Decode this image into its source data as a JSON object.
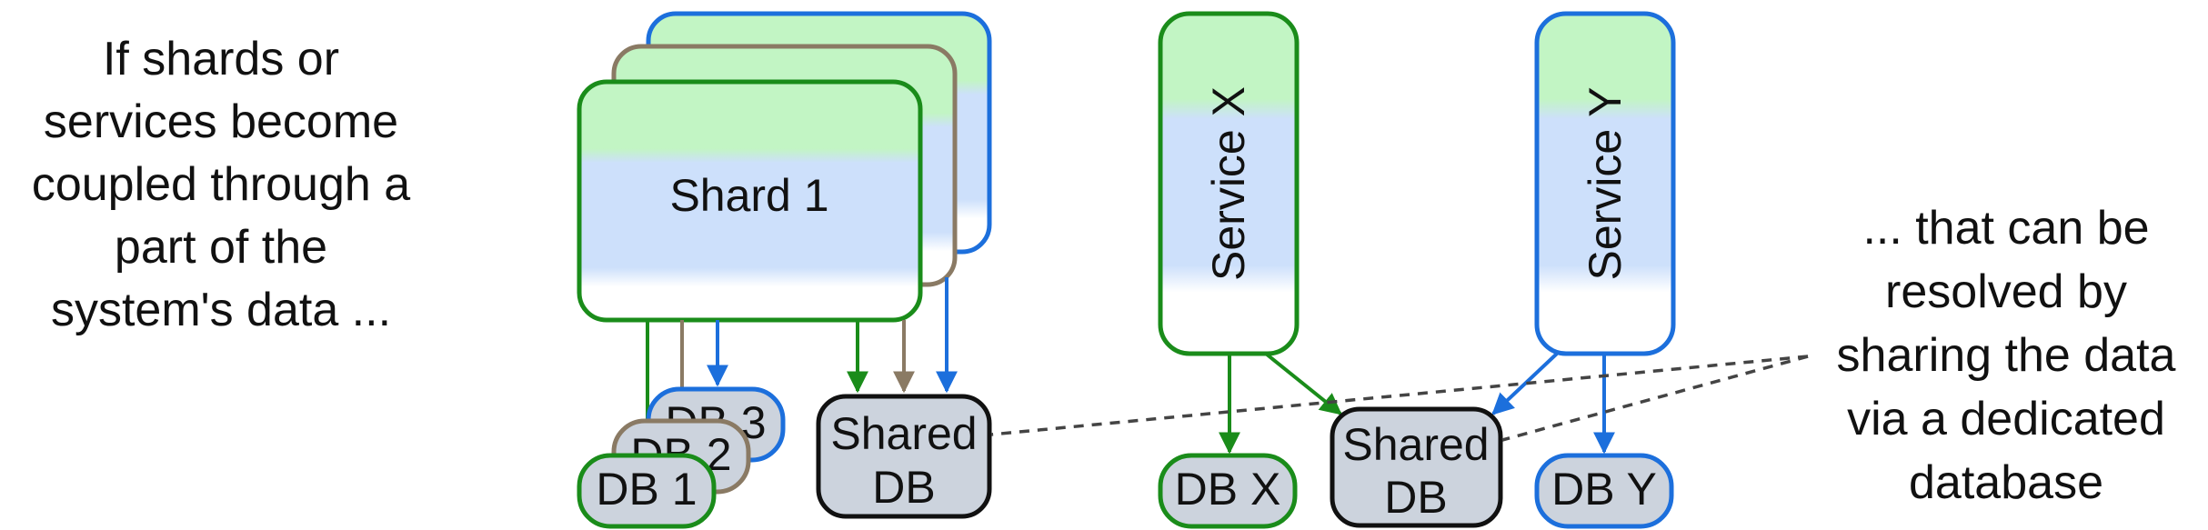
{
  "left_caption": [
    "If shards or",
    "services become",
    "coupled through a",
    "part of the",
    "system's data ..."
  ],
  "right_caption": [
    "... that can be",
    "resolved by",
    "sharing the data",
    "via a dedicated",
    "database"
  ],
  "shard_label": "Shard 1",
  "db_labels": {
    "db3": "DB 3",
    "db2": "DB 2",
    "db1": "DB 1"
  },
  "shared_db_left": [
    "Shared",
    "DB"
  ],
  "service_x": "Service X",
  "service_y": "Service Y",
  "db_x": "DB X",
  "db_y": "DB Y",
  "shared_db_right": [
    "Shared",
    "DB"
  ],
  "colors": {
    "green": "#1a8c1a",
    "brown": "#8a7a64",
    "blue": "#1c6fdc",
    "db_fill": "#ccd3dd",
    "grad_green": "#c2f5c4",
    "grad_blue": "#cde0fb"
  }
}
